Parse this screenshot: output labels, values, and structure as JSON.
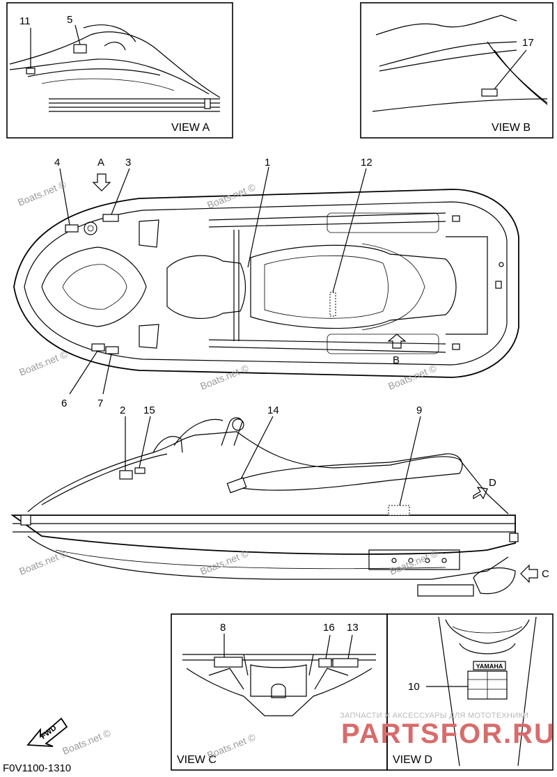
{
  "views": {
    "a": "VIEW A",
    "b": "VIEW B",
    "c": "VIEW C",
    "d": "VIEW D"
  },
  "arrows": {
    "a": "A",
    "b": "B",
    "c": "C",
    "d": "D"
  },
  "callouts": {
    "n1": "1",
    "n2": "2",
    "n3": "3",
    "n4": "4",
    "n5": "5",
    "n6": "6",
    "n7": "7",
    "n8": "8",
    "n9": "9",
    "n10": "10",
    "n11": "11",
    "n12": "12",
    "n13": "13",
    "n14": "14",
    "n15": "15",
    "n16": "16",
    "n17": "17"
  },
  "watermark": "Boats.net ©",
  "fwd_label": "FWD",
  "yamaha_label": "YAMAHA",
  "part_code": "F0V1100-1310",
  "brand": {
    "tagline": "ЗАПЧАСТИ И АКСЕССУАРЫ ДЛЯ МОТОТЕХНИКИ",
    "name": "PARTSFOR.RU"
  }
}
